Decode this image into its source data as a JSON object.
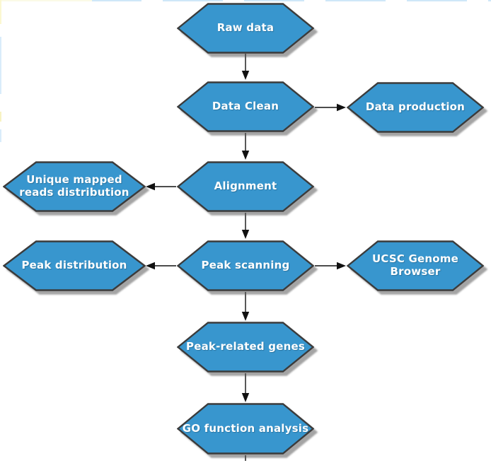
{
  "diagram": {
    "type": "flowchart",
    "background": "#ffffff",
    "colors": {
      "node_fill": "#3896CE",
      "node_border": "#3b3b3b",
      "node_text": "#ffffff",
      "arrow": "#111111",
      "shadow": "#8f8f8f"
    },
    "nodes": [
      {
        "id": "raw-data",
        "shape": "hexagon",
        "label": "Raw data"
      },
      {
        "id": "data-clean",
        "shape": "hexagon",
        "label": "Data Clean"
      },
      {
        "id": "data-production",
        "shape": "hexagon",
        "label": "Data production"
      },
      {
        "id": "alignment",
        "shape": "hexagon",
        "label": "Alignment"
      },
      {
        "id": "unique-mapped-reads-distribution",
        "shape": "hexagon",
        "label": "Unique mapped\nreads distribution"
      },
      {
        "id": "peak-scanning",
        "shape": "hexagon",
        "label": "Peak scanning"
      },
      {
        "id": "peak-distribution",
        "shape": "hexagon",
        "label": "Peak distribution"
      },
      {
        "id": "ucsc-genome-browser",
        "shape": "hexagon",
        "label": "UCSC Genome\nBrowser"
      },
      {
        "id": "peak-related-genes",
        "shape": "hexagon",
        "label": "Peak-related genes"
      },
      {
        "id": "go-function-analysis",
        "shape": "hexagon",
        "label": "GO function analysis"
      }
    ],
    "edges": [
      {
        "from": "raw-data",
        "to": "data-clean",
        "direction": "down"
      },
      {
        "from": "data-clean",
        "to": "data-production",
        "direction": "right"
      },
      {
        "from": "data-clean",
        "to": "alignment",
        "direction": "down"
      },
      {
        "from": "alignment",
        "to": "unique-mapped-reads-distribution",
        "direction": "left"
      },
      {
        "from": "alignment",
        "to": "peak-scanning",
        "direction": "down"
      },
      {
        "from": "peak-scanning",
        "to": "peak-distribution",
        "direction": "left"
      },
      {
        "from": "peak-scanning",
        "to": "ucsc-genome-browser",
        "direction": "right"
      },
      {
        "from": "peak-scanning",
        "to": "peak-related-genes",
        "direction": "down"
      },
      {
        "from": "peak-related-genes",
        "to": "go-function-analysis",
        "direction": "down"
      }
    ]
  }
}
